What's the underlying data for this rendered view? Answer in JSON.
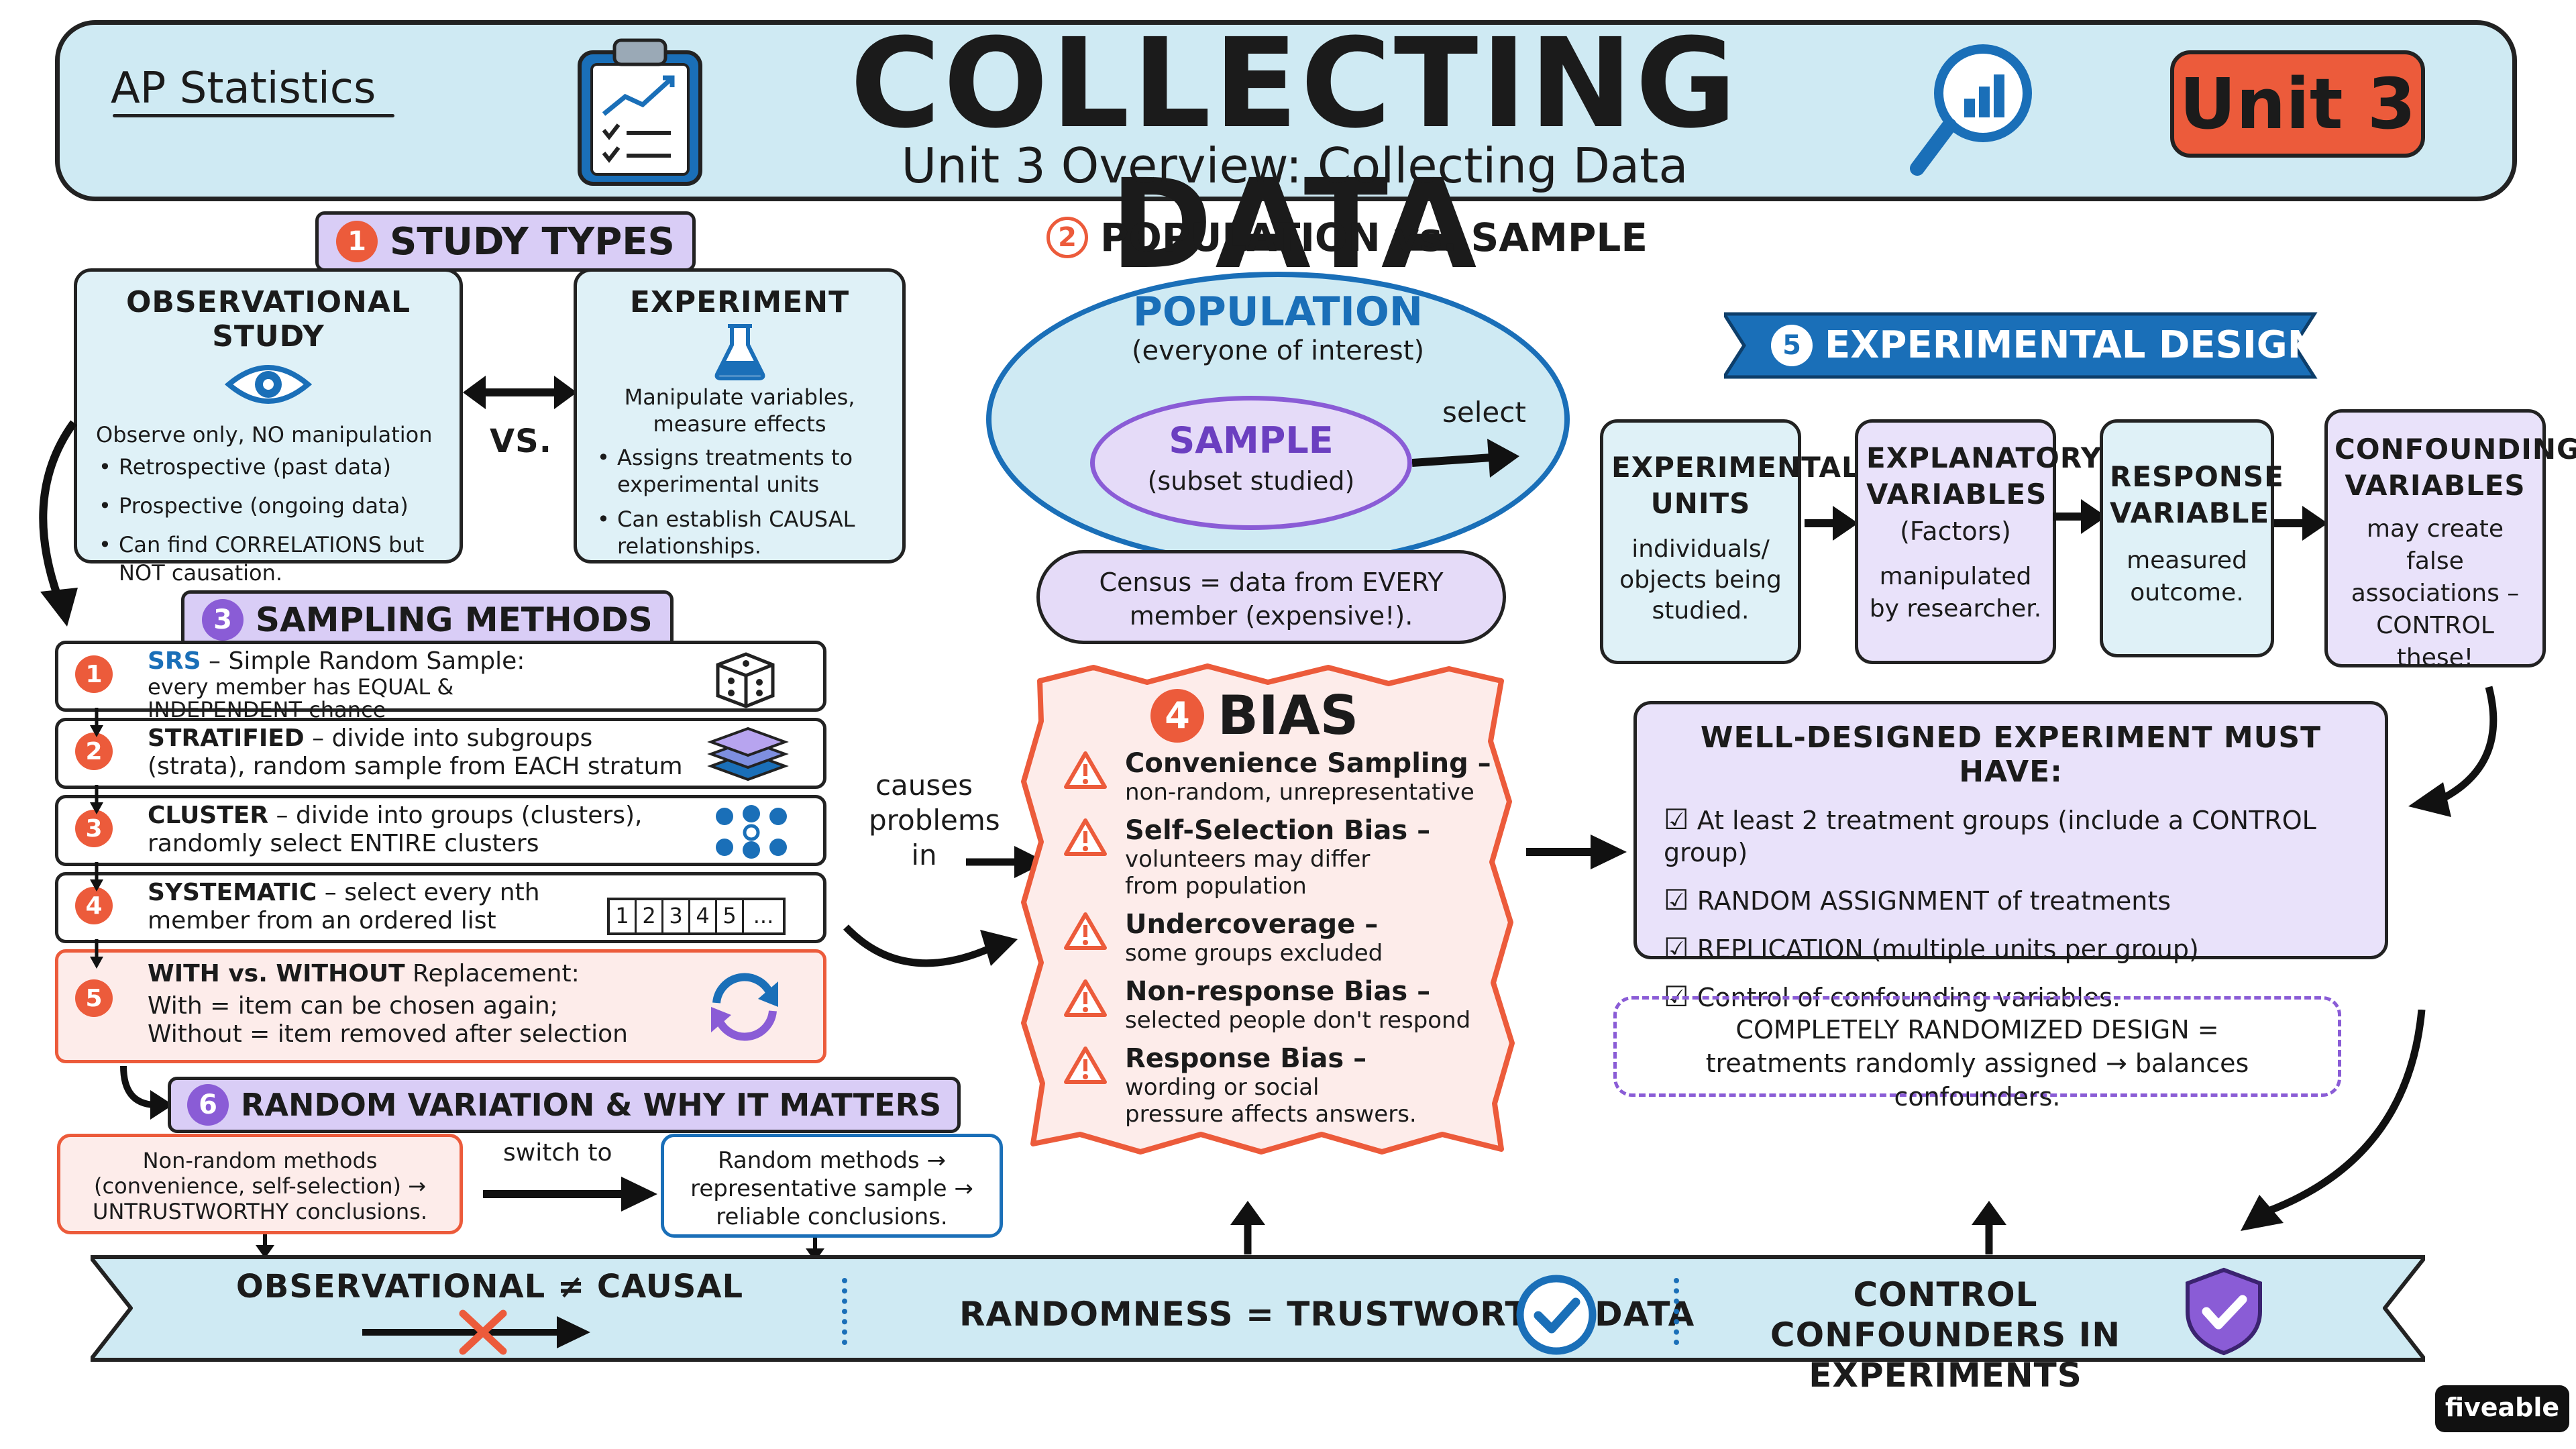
{
  "header": {
    "course_label": "AP Statistics",
    "title": "COLLECTING DATA",
    "subtitle": "Unit 3 Overview: Collecting Data",
    "unit_badge": "Unit 3"
  },
  "study_types": {
    "number": "1",
    "label": "STUDY TYPES",
    "observational": {
      "title": "OBSERVATIONAL STUDY",
      "lead": "Observe only, NO manipulation",
      "bullets": [
        "Retrospective (past data)",
        "Prospective (ongoing data)",
        "Can find CORRELATIONS but NOT causation."
      ]
    },
    "vs": "VS.",
    "experiment": {
      "title": "EXPERIMENT",
      "lead": "Manipulate variables, measure effects",
      "bullets": [
        "Assigns treatments to experimental units",
        "Can establish CAUSAL relationships."
      ]
    }
  },
  "population_sample": {
    "number": "2",
    "label": "POPULATION vs. SAMPLE",
    "population_title": "POPULATION",
    "population_sub": "(everyone of interest)",
    "sample_title": "SAMPLE",
    "sample_sub": "(subset studied)",
    "select_label": "select",
    "census": "Census = data from EVERY member (expensive!)."
  },
  "sampling_methods": {
    "number": "3",
    "label": "SAMPLING METHODS",
    "items": [
      {
        "num": "1",
        "title": "SRS",
        "text": " – Simple Random Sample:",
        "detail": "every member has EQUAL & INDEPENDENT chance",
        "icon": "dice-icon"
      },
      {
        "num": "2",
        "title": "STRATIFIED",
        "text": " – divide into subgroups",
        "detail": "(strata), random sample from EACH stratum",
        "icon": "layers-icon"
      },
      {
        "num": "3",
        "title": "CLUSTER",
        "text": " – divide into groups (clusters),",
        "detail": "randomly select ENTIRE clusters",
        "icon": "clusters-icon"
      },
      {
        "num": "4",
        "title": "SYSTEMATIC",
        "text": " – select every nth",
        "detail": "member from an ordered list",
        "icon": "number-list-icon"
      },
      {
        "num": "5",
        "title": "WITH vs. WITHOUT",
        "text": " Replacement:",
        "detail": "With = item can be chosen again;",
        "detail2": "Without = item removed after selection",
        "icon": "cycle-icon"
      }
    ],
    "seq": [
      "1",
      "2",
      "3",
      "4",
      "5",
      "..."
    ]
  },
  "bias": {
    "number": "4",
    "label": "BIAS",
    "causes": "causes problems in",
    "items": [
      {
        "title": "Convenience Sampling –",
        "desc": "non-random, unrepresentative"
      },
      {
        "title": "Self-Selection Bias –",
        "desc": "volunteers may differ from population"
      },
      {
        "title": "Undercoverage –",
        "desc": "some groups excluded"
      },
      {
        "title": "Non-response Bias –",
        "desc": "selected people don't respond"
      },
      {
        "title": "Response Bias –",
        "desc": "wording or social pressure affects answers."
      }
    ]
  },
  "experimental_design": {
    "number": "5",
    "label": "EXPERIMENTAL DESIGN",
    "steps": [
      {
        "title": "EXPERIMENTAL UNITS",
        "desc": "individuals/ objects being studied."
      },
      {
        "title": "EXPLANATORY VARIABLES",
        "sub": "(Factors)",
        "desc": "manipulated by researcher."
      },
      {
        "title": "RESPONSE VARIABLE",
        "desc": "measured outcome."
      },
      {
        "title": "CONFOUNDING VARIABLES",
        "desc": "may create false associations – CONTROL these!"
      }
    ],
    "must_have_title": "WELL-DESIGNED EXPERIMENT MUST HAVE:",
    "must_have": [
      "At least 2 treatment groups (include a CONTROL group)",
      "RANDOM ASSIGNMENT of treatments",
      "REPLICATION (multiple units per group)",
      "Control of confounding variables."
    ],
    "crd_title": "COMPLETELY RANDOMIZED DESIGN =",
    "crd_text": "treatments randomly assigned → balances confounders."
  },
  "random_variation": {
    "number": "6",
    "label": "RANDOM VARIATION & WHY IT MATTERS",
    "nonrandom": "Non-random methods (convenience, self-selection) → UNTRUSTWORTHY conclusions.",
    "switch": "switch to",
    "random": "Random methods → representative sample → reliable conclusions."
  },
  "footer": {
    "left": "OBSERVATIONAL ≠ CAUSAL",
    "middle": "RANDOMNESS = TRUSTWORTHY DATA",
    "right": "CONTROL CONFOUNDERS IN EXPERIMENTS"
  },
  "brand": "fiveable",
  "colors": {
    "banner": "#cfeaf3",
    "accent_orange": "#ec5b3b",
    "accent_purple": "#8a5cd6",
    "accent_blue": "#1a6fb8",
    "lavender": "#e9e2fa",
    "pale_blue": "#dff1f7",
    "bias_bg": "#fdecea"
  }
}
